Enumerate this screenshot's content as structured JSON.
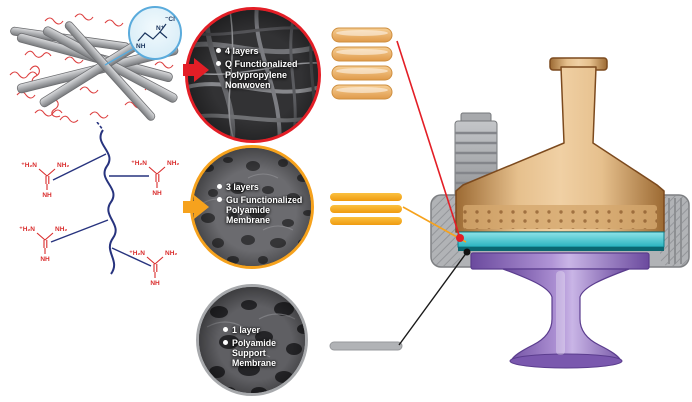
{
  "figure": {
    "type": "membrane-filter-device-construction-diagram"
  },
  "membrane_layers": [
    {
      "bullets": [
        "4 layers",
        "Q Functionalized Polypropylene Nonwoven"
      ],
      "border_color": "#e31e26",
      "stack": {
        "shape": "disc",
        "count": 4,
        "color": "#eeb86a"
      }
    },
    {
      "bullets": [
        "3 layers",
        "Gu Functionalized Polyamide Membrane"
      ],
      "border_color": "#f6a21d",
      "stack": {
        "shape": "bar",
        "count": 3,
        "color": "#f6a21d"
      }
    },
    {
      "bullets": [
        "1 layer",
        "Polyamide Support Membrane"
      ],
      "border_color": "#a7a9ac",
      "stack": {
        "shape": "bar",
        "count": 1,
        "color": "#b1b3b6"
      }
    }
  ],
  "chemistry": {
    "callout": {
      "nh": "NH",
      "n_plus": "N⁺",
      "cl_minus": "⁻Cl"
    },
    "guanidinium": {
      "h2n_plus": "⁺H₂N",
      "nh2": "NH₂",
      "nh": "NH"
    }
  },
  "colors": {
    "red": "#e31e26",
    "orange": "#f6a21d",
    "gray": "#a7a9ac",
    "teal": "#2fc0cc",
    "tan": "#c9995f",
    "purple": "#8f6fc0",
    "navy": "#27337e",
    "fiber_red": "#d92b2b"
  }
}
